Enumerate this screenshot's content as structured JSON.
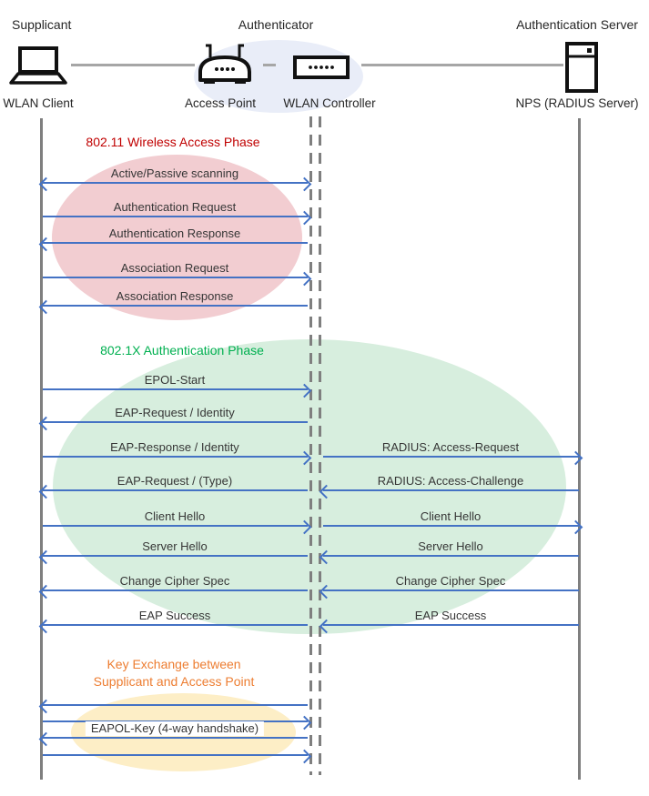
{
  "header": {
    "supplicant": "Supplicant",
    "authenticator": "Authenticator",
    "auth_server": "Authentication Server"
  },
  "nodes": {
    "wlan_client": "WLAN Client",
    "access_point": "Access Point",
    "wlan_controller": "WLAN Controller",
    "nps": "NPS (RADIUS Server)"
  },
  "icons": {
    "client": "laptop-icon",
    "access_point": "access-point-icon",
    "controller": "wlan-controller-icon",
    "server": "server-icon"
  },
  "phases": [
    {
      "title": "802.11 Wireless Access Phase"
    },
    {
      "title": "802.1X Authentication Phase"
    },
    {
      "title": "Key Exchange between\nSupplicant and Access Point"
    }
  ],
  "messages": [
    {
      "label": "Active/Passive scanning",
      "segment": "left",
      "direction": "both"
    },
    {
      "label": "Authentication Request",
      "segment": "left",
      "direction": "right"
    },
    {
      "label": "Authentication Response",
      "segment": "left",
      "direction": "left"
    },
    {
      "label": "Association Request",
      "segment": "left",
      "direction": "right"
    },
    {
      "label": "Association Response",
      "segment": "left",
      "direction": "left"
    },
    {
      "label": "EPOL-Start",
      "segment": "left",
      "direction": "right"
    },
    {
      "label": "EAP-Request / Identity",
      "segment": "left",
      "direction": "left"
    },
    {
      "label": "EAP-Response / Identity",
      "segment": "left",
      "direction": "right"
    },
    {
      "label": "RADIUS: Access-Request",
      "segment": "right",
      "direction": "right"
    },
    {
      "label": "EAP-Request / (Type)",
      "segment": "left",
      "direction": "left"
    },
    {
      "label": "RADIUS: Access-Challenge",
      "segment": "right",
      "direction": "left"
    },
    {
      "label": "Client Hello",
      "segment": "left",
      "direction": "right"
    },
    {
      "label": "Client Hello",
      "segment": "right",
      "direction": "right"
    },
    {
      "label": "Server Hello",
      "segment": "left",
      "direction": "left"
    },
    {
      "label": "Server Hello",
      "segment": "right",
      "direction": "left"
    },
    {
      "label": "Change Cipher Spec",
      "segment": "left",
      "direction": "left"
    },
    {
      "label": "Change Cipher Spec",
      "segment": "right",
      "direction": "left"
    },
    {
      "label": "EAP Success",
      "segment": "left",
      "direction": "left"
    },
    {
      "label": "EAP Success",
      "segment": "right",
      "direction": "left"
    },
    {
      "label": "",
      "segment": "left",
      "direction": "left"
    },
    {
      "label": "",
      "segment": "left",
      "direction": "right"
    },
    {
      "label": "EAPOL-Key (4-way handshake)",
      "segment": "left",
      "direction": "left",
      "boxed": true
    },
    {
      "label": "",
      "segment": "left",
      "direction": "right"
    }
  ],
  "colors": {
    "arrow": "#4472C4",
    "lifeline": "#7F7F7F",
    "connector": "#A6A6A6",
    "message_text": "#363636",
    "header_text": "#262626",
    "phase1_title": "#C00000",
    "phase1_fill": "#F2CDD1",
    "phase2_title": "#00B050",
    "phase2_fill": "#D7EEDE",
    "phase3_title": "#ED7D31",
    "phase3_fill": "#FDEEC6",
    "authenticator_fill": "#E9EDF8"
  }
}
